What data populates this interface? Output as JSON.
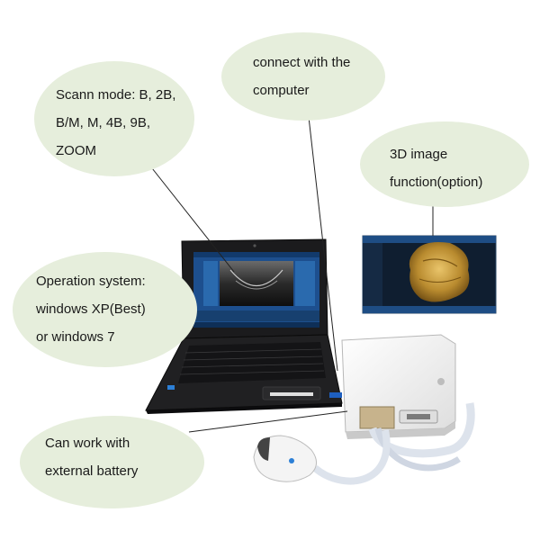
{
  "callouts": {
    "scan_mode": {
      "lines": [
        "Scann mode: B, 2B,",
        "B/M, M, 4B, 9B,",
        "ZOOM"
      ]
    },
    "connect": {
      "lines": [
        "connect with the",
        "computer"
      ]
    },
    "image_3d": {
      "lines": [
        "3D image",
        "function(option)"
      ]
    },
    "os": {
      "lines": [
        "Operation system:",
        "windows XP(Best)",
        "or windows 7"
      ]
    },
    "battery": {
      "lines": [
        "Can work with",
        "external battery"
      ]
    }
  },
  "colors": {
    "bubble": "#e6eedc",
    "laptop_body": "#1b1b1d",
    "screen_blue": "#1d4f8e",
    "device_body": "#f2f2f0",
    "probe_cable": "#dde3ec"
  }
}
